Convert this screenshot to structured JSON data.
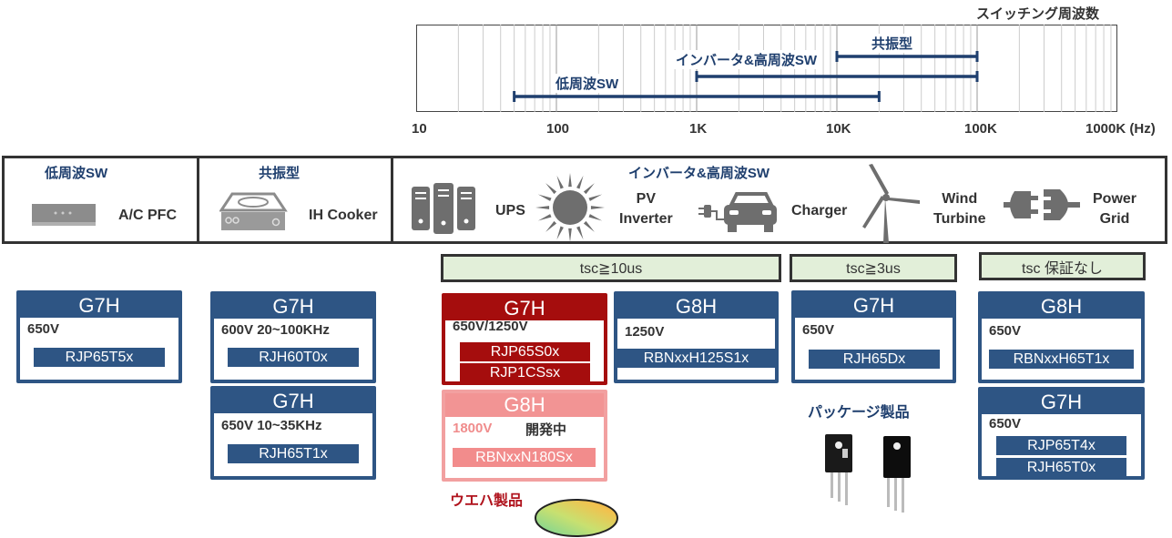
{
  "chart_data": {
    "type": "range-bar",
    "title": "スイッチング周波数",
    "xscale": "log",
    "xlim_hz": [
      10,
      1000000
    ],
    "xticks": [
      "10",
      "100",
      "1K",
      "10K",
      "100K",
      "1000K (Hz)"
    ],
    "grid": true,
    "series": [
      {
        "name": "共振型",
        "from_hz": 10000,
        "to_hz": 100000
      },
      {
        "name": "インバータ&高周波SW",
        "from_hz": 1000,
        "to_hz": 100000
      },
      {
        "name": "低周波SW",
        "from_hz": 50,
        "to_hz": 20000
      }
    ]
  },
  "colors": {
    "navy": "#2e5584",
    "dark_red": "#a50d0d",
    "pink": "#f29494",
    "tsc_bg": "#e2efd9",
    "label_blue": "#1f3f6e",
    "icon_gray": "#707070"
  },
  "applications": [
    {
      "title": "低周波SW",
      "items": [
        {
          "icon": "air-conditioner-icon",
          "label": "A/C PFC"
        }
      ]
    },
    {
      "title": "共振型",
      "items": [
        {
          "icon": "ih-cooker-icon",
          "label": "IH Cooker"
        }
      ]
    },
    {
      "title": "インバータ&高周波SW",
      "items": [
        {
          "icon": "server-icon",
          "label": "UPS"
        },
        {
          "icon": "sun-icon",
          "label_line1": "PV",
          "label_line2": "Inverter"
        },
        {
          "icon": "ev-car-icon",
          "label": "Charger"
        },
        {
          "icon": "wind-turbine-icon",
          "label_line1": "Wind",
          "label_line2": "Turbine"
        },
        {
          "icon": "plug-icon",
          "label_line1": "Power",
          "label_line2": "Grid"
        }
      ]
    }
  ],
  "tsc": [
    "tsc≧10us",
    "tsc≧3us",
    "tsc 保証なし"
  ],
  "cards": [
    {
      "gen": "G7H",
      "volt": "650V",
      "parts": [
        "RJP65T5x"
      ]
    },
    {
      "gen": "G7H",
      "volt": "600V 20~100KHz",
      "parts": [
        "RJH60T0x"
      ]
    },
    {
      "gen": "G7H",
      "volt": "650V 10~35KHz",
      "parts": [
        "RJH65T1x"
      ]
    },
    {
      "gen": "G7H",
      "volt": "650V/1250V",
      "parts": [
        "RJP65S0x",
        "RJP1CSsx"
      ]
    },
    {
      "gen": "G8H",
      "volt": "1800V",
      "status": "開発中",
      "parts": [
        "RBNxxN180Sx"
      ]
    },
    {
      "gen": "G8H",
      "volt": "1250V",
      "parts": [
        "RBNxxH125S1x"
      ]
    },
    {
      "gen": "G7H",
      "volt": "650V",
      "parts": [
        "RJH65Dx"
      ]
    },
    {
      "gen": "G8H",
      "volt": "650V",
      "parts": [
        "RBNxxH65T1x"
      ]
    },
    {
      "gen": "G7H",
      "volt": "650V",
      "parts": [
        "RJP65T4x",
        "RJH65T0x"
      ]
    }
  ],
  "labels": {
    "wafer": "ウエハ製品",
    "package": "パッケージ製品"
  }
}
